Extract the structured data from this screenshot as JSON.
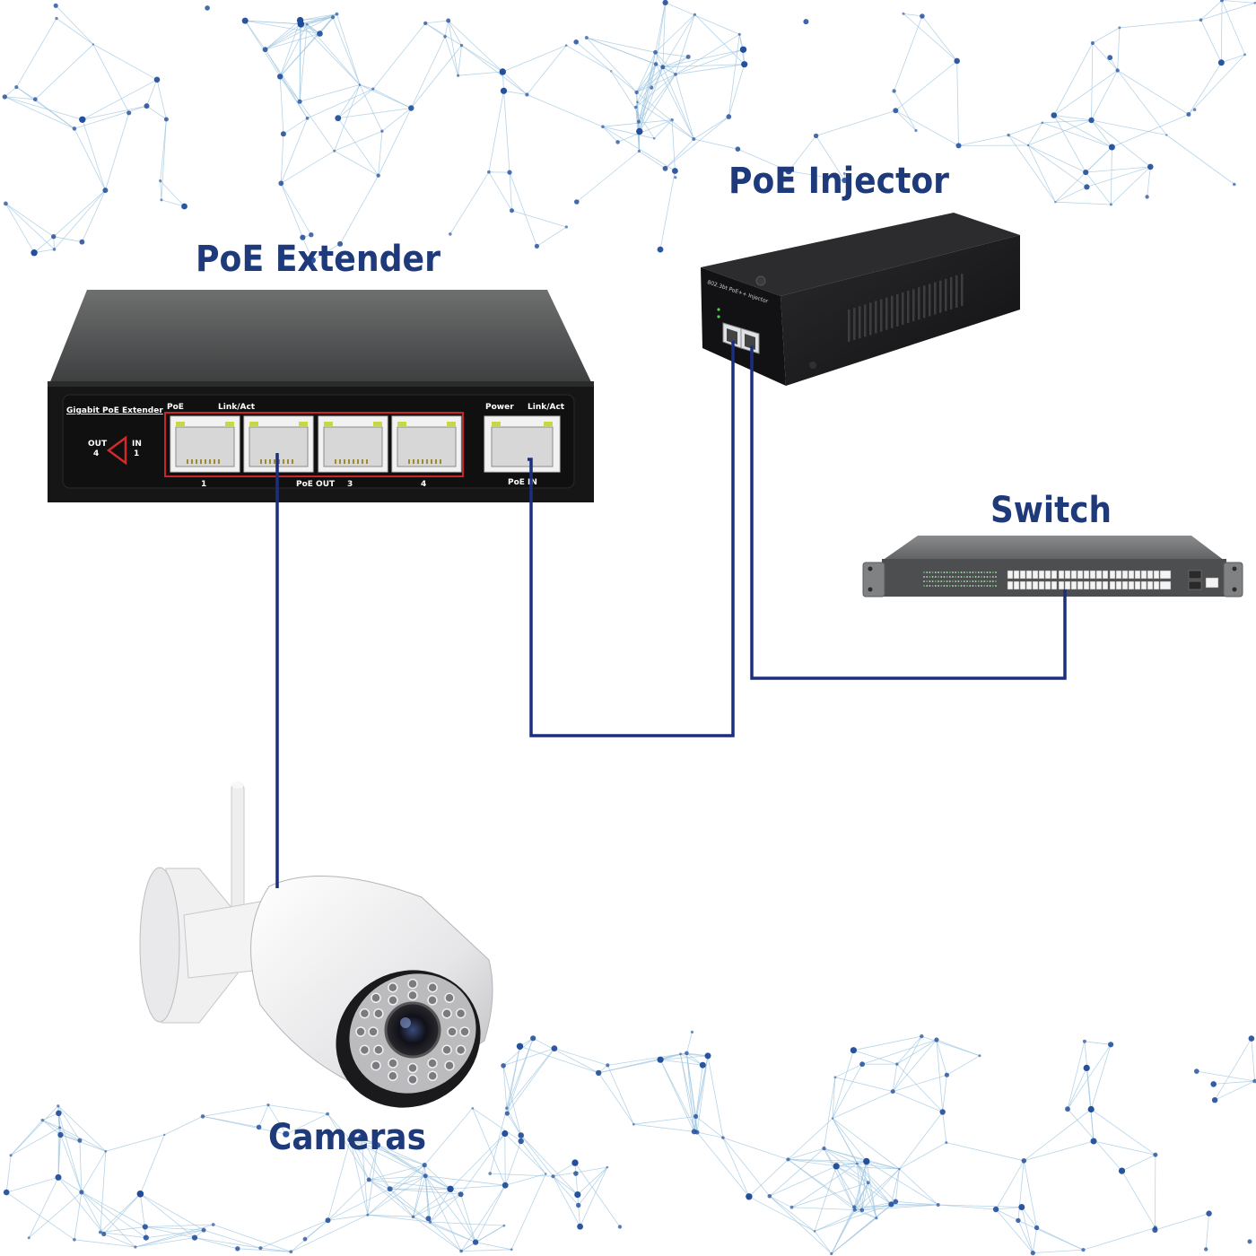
{
  "labels": {
    "poe_extender": "PoE Extender",
    "poe_injector": "PoE Injector",
    "switch": "Switch",
    "cameras": "Cameras"
  },
  "extender_panel": {
    "brand_text": "Gigabit PoE Extender",
    "poe": "PoE",
    "link_act": "Link/Act",
    "power": "Power",
    "link_act_2": "Link/Act",
    "out": "OUT",
    "out_num": "4",
    "in": "IN",
    "in_num": "1",
    "port_1": "1",
    "poe_out": "PoE OUT",
    "port_3": "3",
    "port_4": "4",
    "poe_in": "PoE IN"
  },
  "injector_panel": {
    "model_text": "802.3bt PoE++ Injector"
  },
  "colors": {
    "label": "#1f3a7a",
    "cable": "#1b2f7e",
    "network_dots": "#1f4c9a",
    "network_lines": "#9fc6e0",
    "panel_red": "#d12a2a"
  },
  "icons": {
    "extender": "poe-extender-device",
    "injector": "poe-injector-device",
    "switch": "network-switch-device",
    "camera": "bullet-camera-device"
  }
}
